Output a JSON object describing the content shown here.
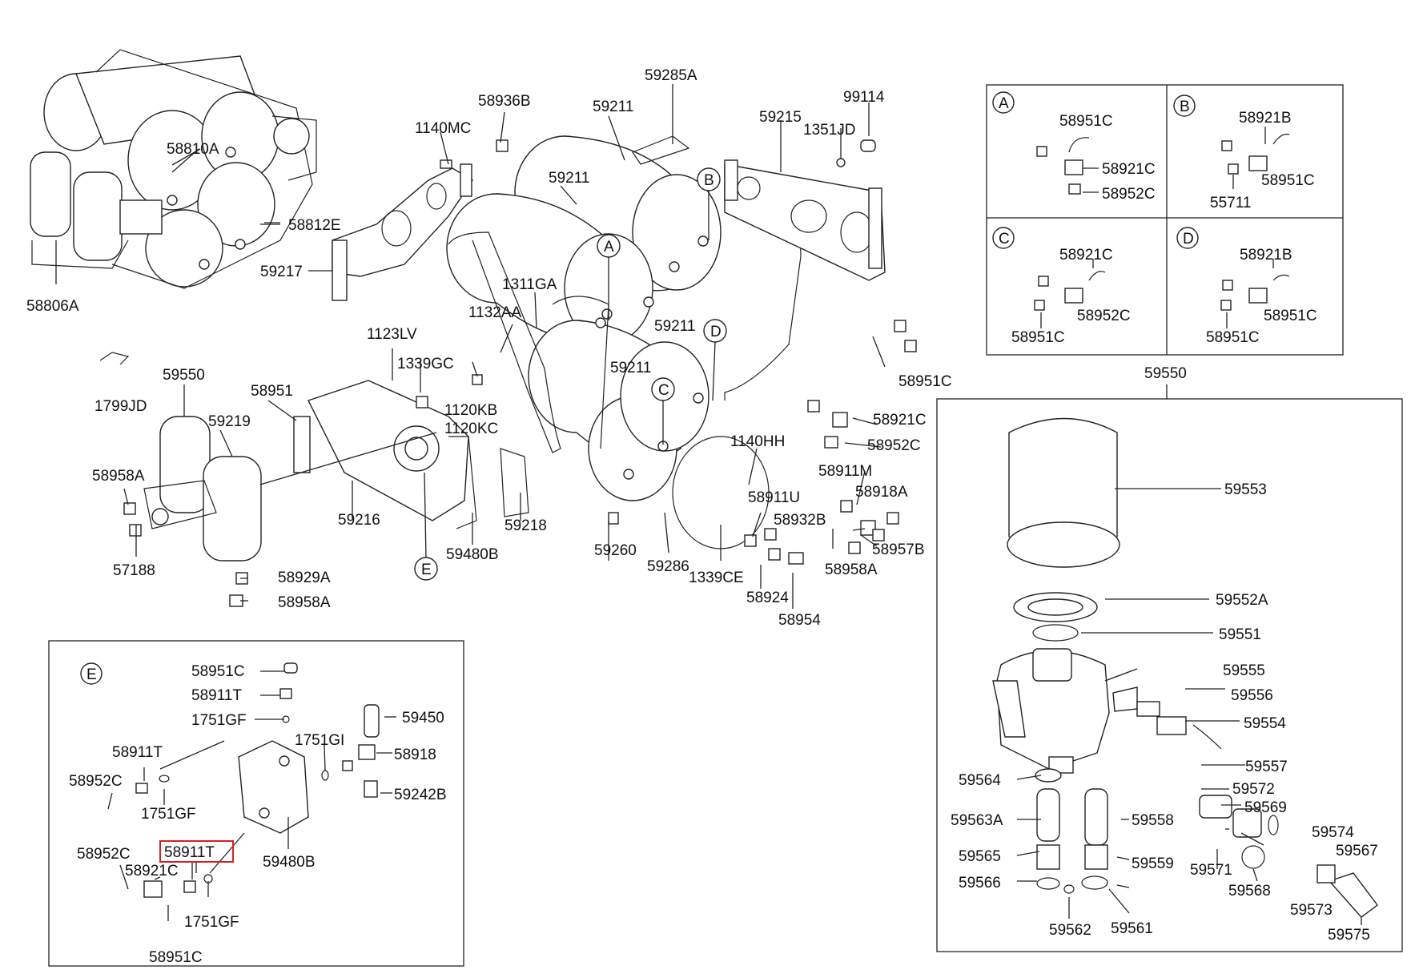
{
  "diagram": {
    "labels": {
      "l58806A": "58806A",
      "l58810A": "58810A",
      "l58812E": "58812E",
      "l59217": "59217",
      "l1140MC": "1140MC",
      "l58936B": "58936B",
      "l59211a": "59211",
      "l59285A": "59285A",
      "l59211b": "59211",
      "l59215": "59215",
      "l99114": "99114",
      "l1351JD": "1351JD",
      "l1311GA": "1311GA",
      "l1132AA": "1132AA",
      "l59211c": "59211",
      "l59211d": "59211",
      "l1123LV": "1123LV",
      "l1339GC": "1339GC",
      "l58951": "58951",
      "l1120KB": "1120KB",
      "l1120KC": "1120KC",
      "l1799JD": "1799JD",
      "l59550a": "59550",
      "l59219": "59219",
      "l58958Aa": "58958A",
      "l57188": "57188",
      "l59216": "59216",
      "l58929A": "58929A",
      "l58958Ab": "58958A",
      "l59218": "59218",
      "l59480Ba": "59480B",
      "l59260": "59260",
      "l59286": "59286",
      "l1339CE": "1339CE",
      "l1140HH": "1140HH",
      "l58911U": "58911U",
      "l58932B": "58932B",
      "l58924": "58924",
      "l58954": "58954",
      "l58951Ca": "58951C",
      "l58921Ca": "58921C",
      "l58952Ca": "58952C",
      "l58911M": "58911M",
      "l58918A": "58918A",
      "l58957B": "58957B",
      "l58958Ac": "58958A",
      "callA": "A",
      "callB": "B",
      "callC": "C",
      "callD": "D",
      "callE": "E"
    },
    "panel_abcd": {
      "a_letter": "A",
      "a1": "58951C",
      "a2": "58921C",
      "a3": "58952C",
      "b_letter": "B",
      "b1": "58921B",
      "b2": "58951C",
      "b3": "55711",
      "c_letter": "C",
      "c1": "58921C",
      "c2": "58952C",
      "c3": "58951C",
      "d_letter": "D",
      "d1": "58921B",
      "d2": "58951C",
      "d3": "58951C"
    },
    "panel_e": {
      "letter": "E",
      "e1": "58951C",
      "e2": "58911T",
      "e3": "1751GF",
      "e4": "59450",
      "e5": "1751GI",
      "e6": "58918",
      "e7": "58911T",
      "e8": "58952C",
      "e9": "1751GF",
      "e10": "59242B",
      "e11": "58911T",
      "e12": "59480B",
      "e13": "58952C",
      "e14": "58921C",
      "e15": "1751GF",
      "e16": "58951C"
    },
    "panel_dryer": {
      "top": "59550",
      "p1": "59553",
      "p2": "59552A",
      "p3": "59551",
      "p4": "59555",
      "p5": "59556",
      "p6": "59554",
      "p7": "59557",
      "p8": "59564",
      "p9": "59572",
      "p10": "59569",
      "p11": "59563A",
      "p12": "59558",
      "p13": "59574",
      "p14": "59565",
      "p15": "59567",
      "p16": "59571",
      "p17": "59566",
      "p18": "59559",
      "p19": "59568",
      "p20": "59573",
      "p21": "59562",
      "p22": "59561",
      "p23": "59575"
    }
  }
}
